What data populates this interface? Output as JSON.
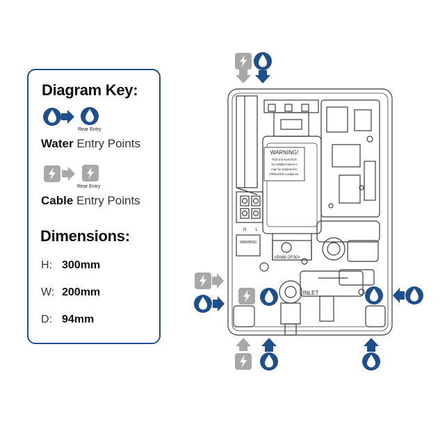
{
  "key": {
    "title": "Diagram Key:",
    "water_rear_label": "Rear Entry",
    "water_bold": "Water",
    "water_rest": "Entry Points",
    "cable_rear_label": "Rear Entry",
    "cable_bold": "Cable",
    "cable_rest": "Entry Points",
    "dimensions_title": "Dimensions:",
    "dimensions": [
      {
        "label": "H:",
        "value": "300mm"
      },
      {
        "label": "W:",
        "value": "200mm"
      },
      {
        "label": "D:",
        "value": "94mm"
      }
    ]
  },
  "unit": {
    "warning_title": "WARNING!",
    "warning_text": [
      "This unit must NOT",
      "be installed where it",
      "may be subjected to",
      "FREEZING conditions."
    ],
    "small_warning": "WARNING",
    "material_code": ">PA66 GF30<",
    "inlet_label": "INLET",
    "terminal_n": "N",
    "terminal_l": "L"
  },
  "colors": {
    "water_blue": "#1f4e8c",
    "cable_grey": "#a8a8a8",
    "line": "#3a3a3a"
  },
  "icons": {
    "water": "water-drop-icon",
    "cable": "lightning-icon",
    "arrow": "arrow-icon"
  }
}
